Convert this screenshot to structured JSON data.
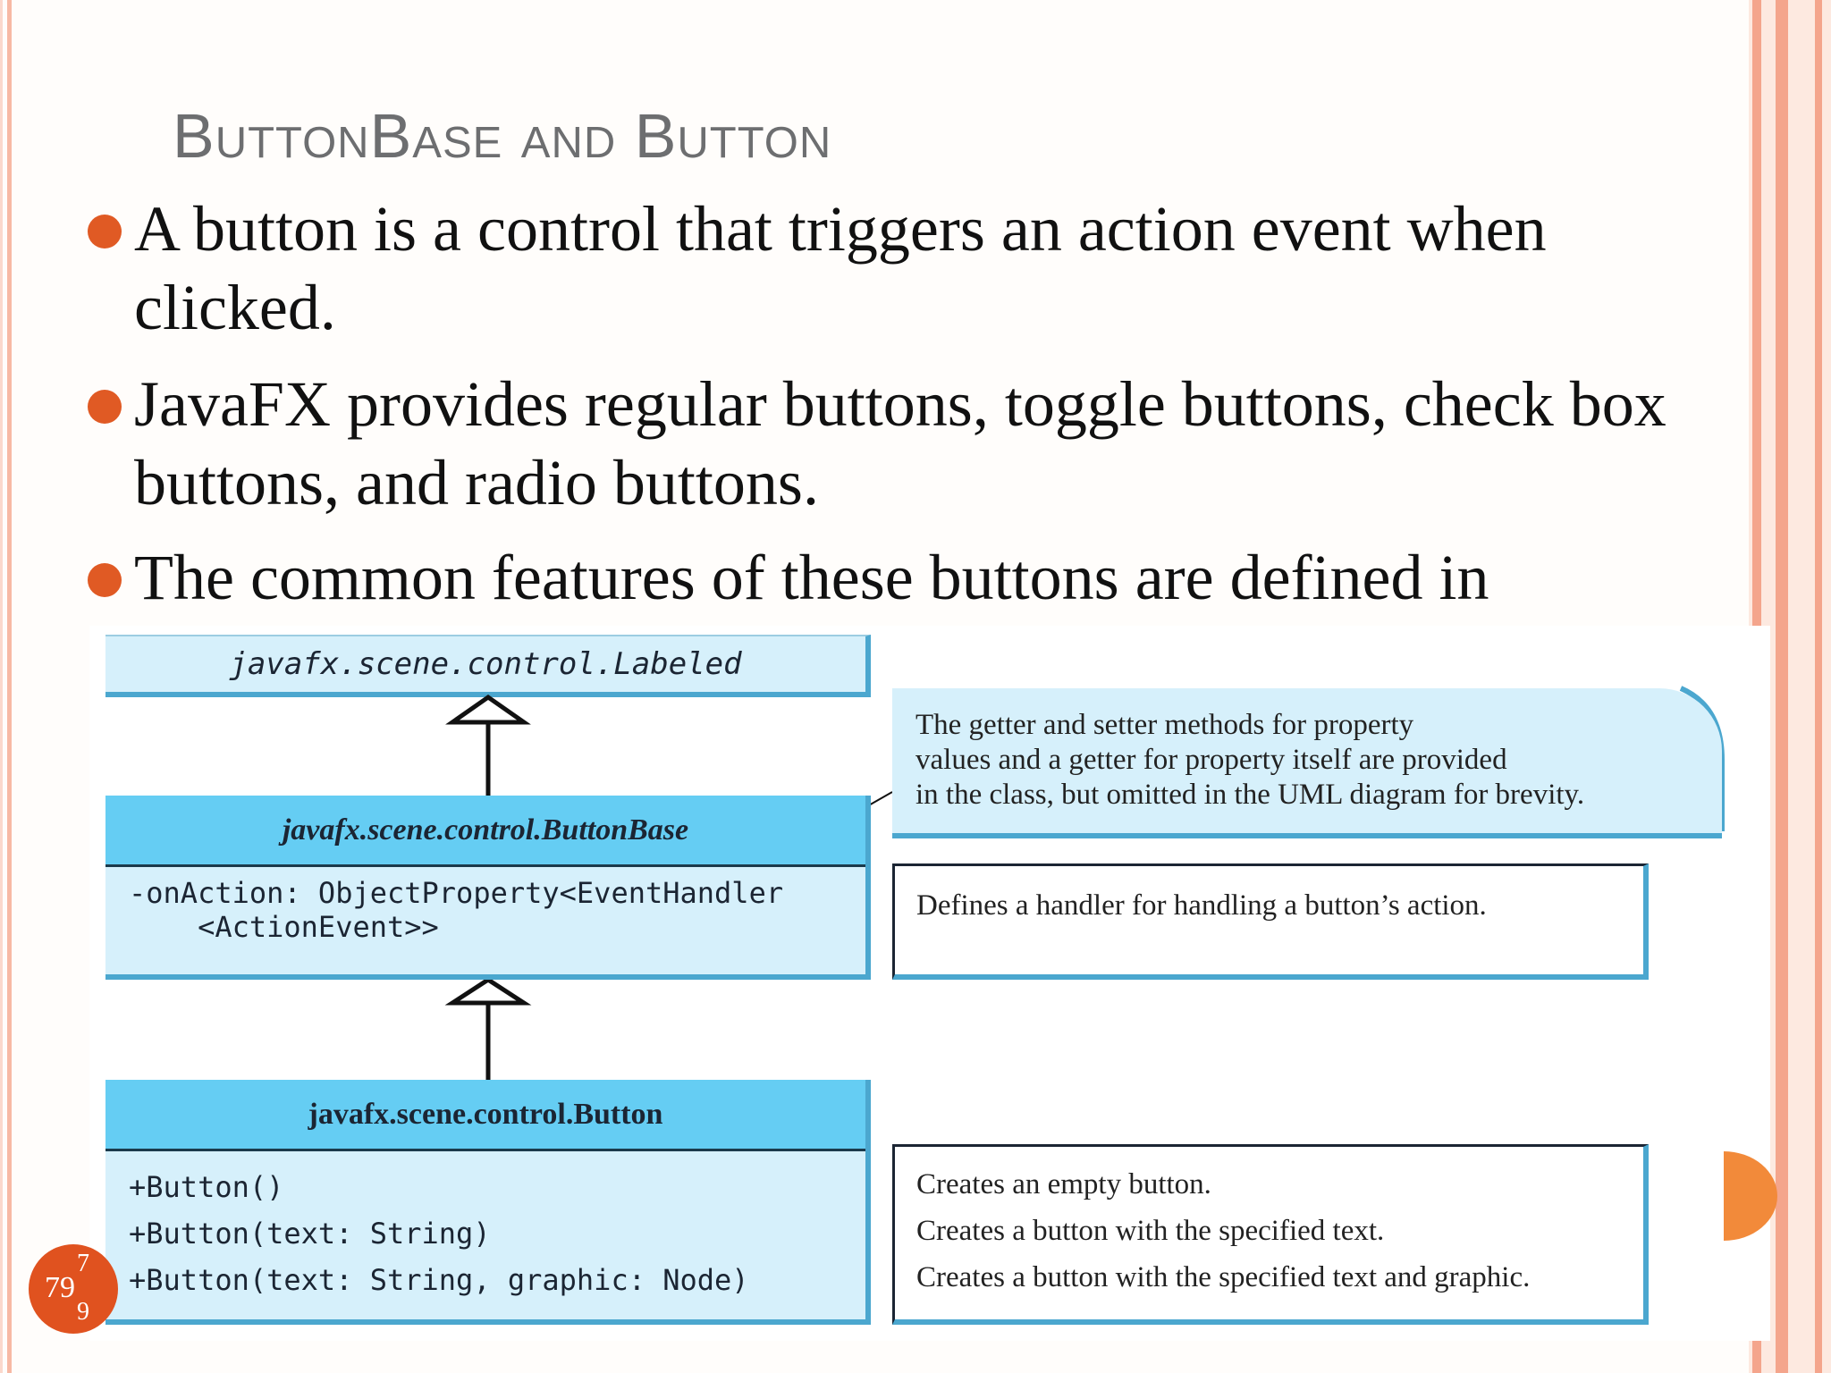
{
  "title": {
    "first_letter_1": "B",
    "rest_1": "utton",
    "first_letter_2": "B",
    "rest_2": "ase and ",
    "first_letter_3": "B",
    "rest_3": "utton"
  },
  "bullets": [
    {
      "line1": "A button is a control that triggers an action event when",
      "line2": "clicked."
    },
    {
      "line1": "JavaFX provides regular buttons, toggle buttons, check box",
      "line2": "buttons,  and radio buttons."
    },
    {
      "line1": "The common features of these buttons are defined in"
    }
  ],
  "uml": {
    "labeled": "javafx.scene.control.Labeled",
    "buttonbase": {
      "name": "javafx.scene.control.ButtonBase",
      "property_line1": "-onAction: ObjectProperty<EventHandler",
      "property_line2": "    <ActionEvent>>"
    },
    "button": {
      "name": "javafx.scene.control.Button",
      "methods": [
        "+Button()",
        "+Button(text: String)",
        "+Button(text: String, graphic: Node)"
      ]
    }
  },
  "notes": {
    "callout": [
      "The getter and setter methods for property",
      "values and a getter for property itself are provided",
      "in the class, but omitted in the UML diagram for brevity."
    ],
    "onaction": "Defines a handler for handling a button’s action.",
    "constructors": [
      "Creates an empty button.",
      "Creates a button with the specified text.",
      "Creates a button with the specified text and graphic."
    ]
  },
  "page_number": {
    "main": "79",
    "top": "7",
    "bottom": "9"
  },
  "colors": {
    "accent": "#e05a24",
    "uml_header": "#65cdf3",
    "uml_body": "#d6f0fb",
    "uml_shadow": "#4ba7cf",
    "title": "#6d6e70"
  }
}
